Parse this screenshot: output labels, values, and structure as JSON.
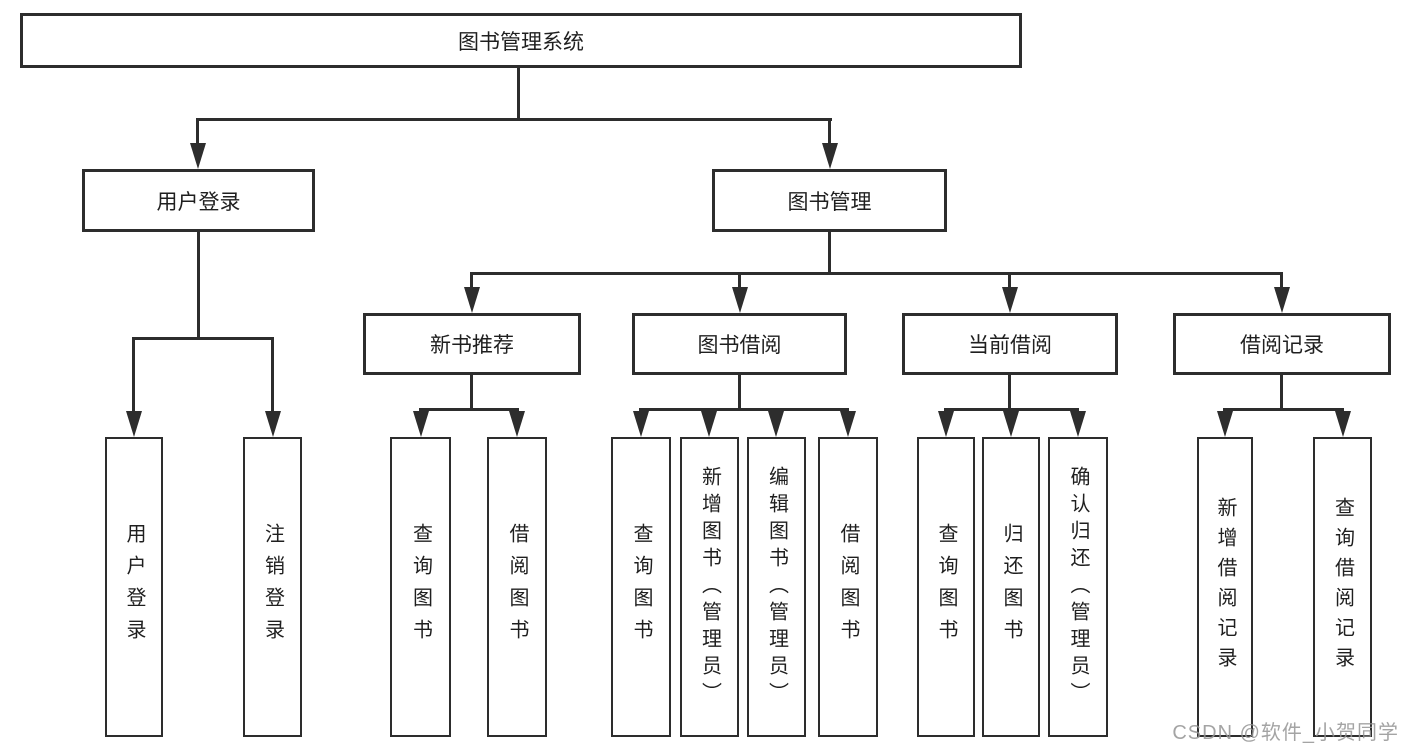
{
  "diagram": {
    "root": "图书管理系统",
    "level2": {
      "user_login": "用户登录",
      "book_management": "图书管理"
    },
    "level3": {
      "new_book": "新书推荐",
      "book_borrow": "图书借阅",
      "current_borrow": "当前借阅",
      "borrow_record": "借阅记录"
    },
    "leaves": {
      "user_login": [
        "用户登录",
        "注销登录"
      ],
      "new_book": [
        "查询图书",
        "借阅图书"
      ],
      "book_borrow": [
        "查询图书",
        "新增图书（管理员）",
        "编辑图书（管理员）",
        "借阅图书"
      ],
      "current_borrow": [
        "查询图书",
        "归还图书",
        "确认归还（管理员）"
      ],
      "borrow_record": [
        "新增借阅记录",
        "查询借阅记录"
      ]
    }
  },
  "watermark": "CSDN @软件_小贺同学",
  "colors": {
    "line": "#2d2d2d",
    "text": "#1f1f1f",
    "watermark": "#949494"
  }
}
